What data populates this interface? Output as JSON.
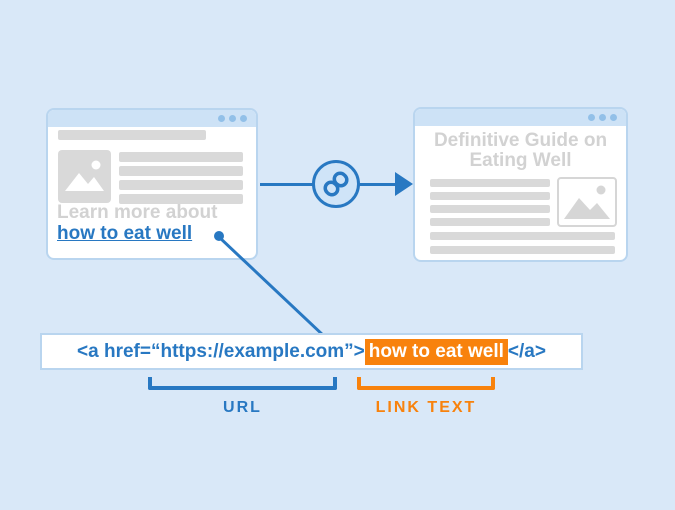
{
  "colors": {
    "background": "#d9e8f8",
    "accent_blue": "#2878c2",
    "accent_orange": "#f8820d",
    "placeholder_gray": "#d9d9d9",
    "gray_text": "#d2d2d2",
    "window_border": "#b9d5ef",
    "titlebar_fill": "#cde2f6"
  },
  "source_window": {
    "intro_text": "Learn more about",
    "link_text": "how to eat well"
  },
  "target_window": {
    "title_line1": "Definitive Guide on",
    "title_line2": "Eating Well"
  },
  "connector": {
    "icon": "chain-link-icon"
  },
  "code_snippet": {
    "before_highlight": "<a href=“https://example.com”>",
    "highlight": "how to eat well",
    "after_highlight": "</a>"
  },
  "annotations": {
    "url_label": "URL",
    "link_text_label": "LINK TEXT"
  }
}
